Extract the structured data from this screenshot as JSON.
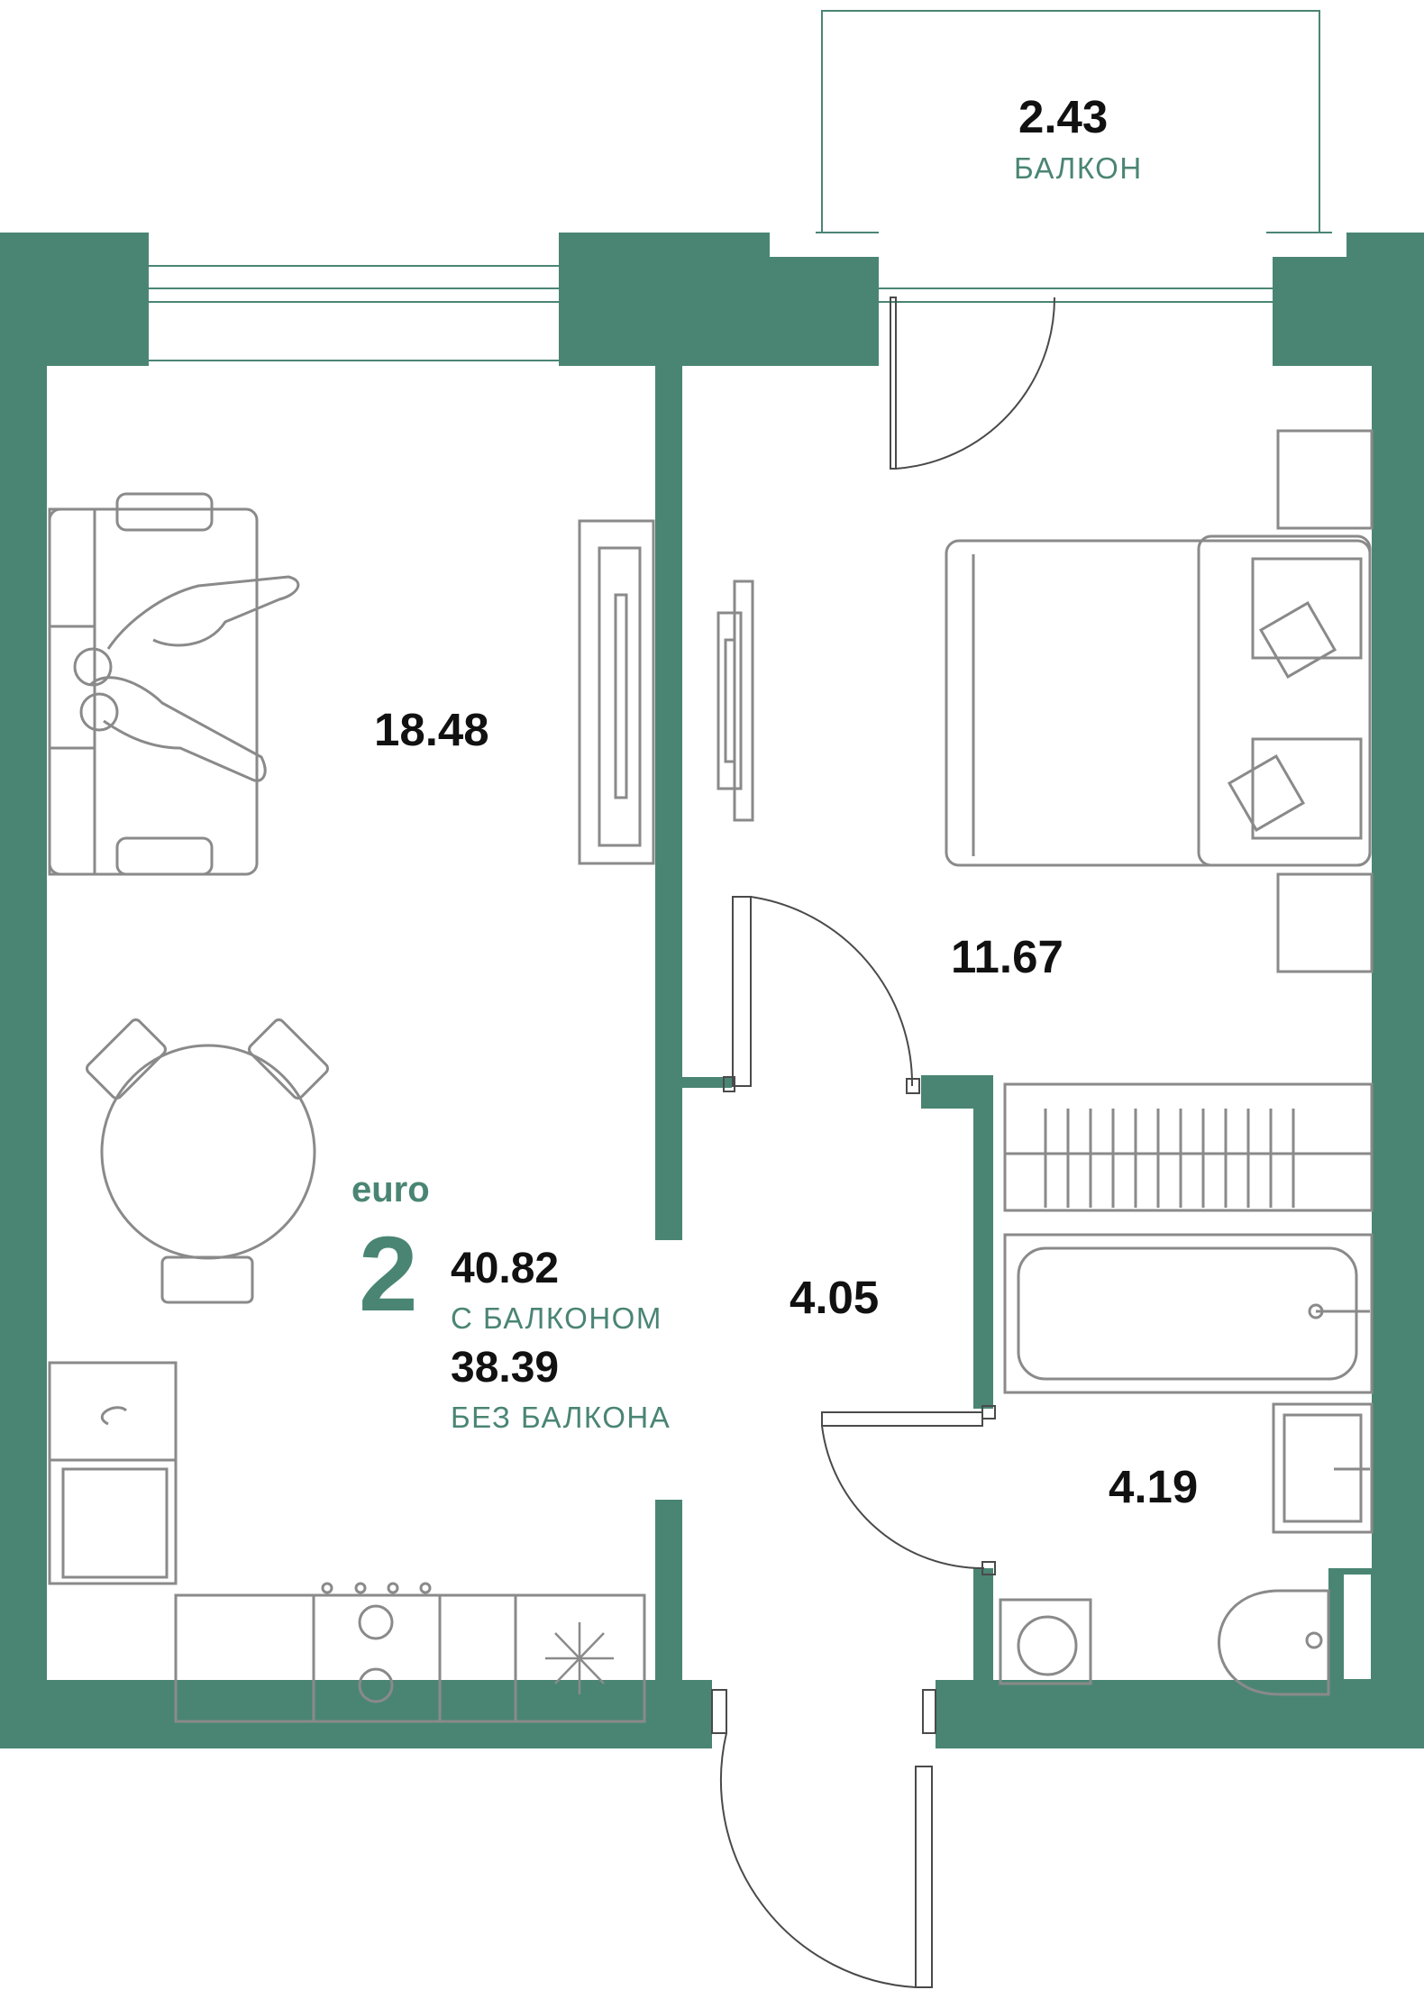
{
  "colors": {
    "wall": "#4a8574",
    "accent": "#4a8574",
    "furniture": "#8a8a8a",
    "text": "#111111",
    "background": "#ffffff"
  },
  "rooms": {
    "living": {
      "area": "18.48"
    },
    "bedroom": {
      "area": "11.67"
    },
    "hall": {
      "area": "4.05"
    },
    "bathroom": {
      "area": "4.19"
    },
    "balcony": {
      "area": "2.43",
      "label": "БАЛКОН"
    }
  },
  "summary": {
    "type": "euro",
    "rooms": "2",
    "with_balcony": "40.82",
    "with_balcony_label": "С БАЛКОНОМ",
    "without_balcony": "38.39",
    "without_balcony_label": "БЕЗ БАЛКОНА"
  },
  "icons": [
    "sofa-icon",
    "tv-icon",
    "dining-table-icon",
    "bed-icon",
    "stove-icon",
    "fridge-icon",
    "bathtub-icon",
    "toilet-icon",
    "washing-machine-icon",
    "radiator-icon",
    "door-icon"
  ]
}
